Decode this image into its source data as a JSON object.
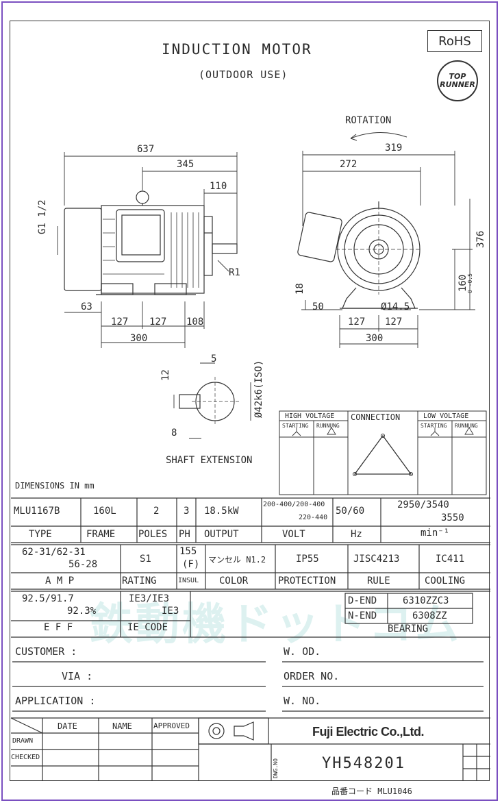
{
  "header": {
    "title": "INDUCTION MOTOR",
    "subtitle": "(OUTDOOR USE)",
    "rohs": "RoHS",
    "top_runner": "TOP RUNNER"
  },
  "drawing": {
    "rotation_label": "ROTATION",
    "side_dims": {
      "d637": "637",
      "d345": "345",
      "d110": "110",
      "g1": "G1 1/2",
      "r1": "R1",
      "d63": "63",
      "d127a": "127",
      "d127b": "127",
      "d108": "108",
      "d300": "300"
    },
    "front_dims": {
      "d319": "319",
      "d272": "272",
      "d376": "376",
      "d160": "160",
      "d160_tol": "0 -0.5",
      "d18": "18",
      "d50": "50",
      "d14_5": "Ø14.5",
      "d127a": "127",
      "d127b": "127",
      "d300": "300"
    },
    "shaft": {
      "d5": "5",
      "d12": "12",
      "d8": "8",
      "d42": "Ø42k6(ISO)",
      "label": "SHAFT EXTENSION"
    },
    "dimensions_note": "DIMENSIONS IN mm"
  },
  "connection": {
    "high_voltage": "HIGH VOLTAGE",
    "connection": "CONNECTION",
    "low_voltage": "LOW VOLTAGE",
    "starting": "STARTING",
    "running": "RUNNUNG"
  },
  "spec": {
    "type": "MLU1167B",
    "frame": "160L",
    "poles": "2",
    "ph": "3",
    "output": "18.5kW",
    "volt_1": "200-400/200-400",
    "volt_2": "220-440",
    "hz": "50/60",
    "min_1": "2950/3540",
    "min_2": "3550",
    "labels": {
      "type": "TYPE",
      "frame": "FRAME",
      "poles": "POLES",
      "ph": "PH",
      "output": "OUTPUT",
      "volt": "VOLT",
      "hz": "Hz",
      "min": "min⁻¹"
    },
    "amp_1": "62-31/62-31",
    "amp_2": "56-28",
    "rating": "S1",
    "insul_1": "155",
    "insul_2": "(F)",
    "color": "マンセル N1.2",
    "protection": "IP55",
    "rule": "JISC4213",
    "cooling": "IC411",
    "labels2": {
      "amp": "A M P",
      "rating": "RATING",
      "insul": "INSUL",
      "color": "COLOR",
      "protection": "PROTECTION",
      "rule": "RULE",
      "cooling": "COOLING"
    },
    "eff_1": "92.5/91.7",
    "eff_2": "92.3%",
    "ie_1": "IE3/IE3",
    "ie_2": "IE3",
    "eff_label": "E F F",
    "ie_label": "IE CODE",
    "d_end_label": "D-END",
    "d_end": "6310ZZC3",
    "n_end_label": "N-END",
    "n_end": "6308ZZ",
    "bearing_label": "BEARING"
  },
  "order": {
    "customer": "CUSTOMER :",
    "via": "VIA :",
    "application": "APPLICATION :",
    "wod": "W. OD.",
    "order_no": "ORDER NO.",
    "wno": "W. NO."
  },
  "titleblock": {
    "date": "DATE",
    "name": "NAME",
    "approved": "APPROVED",
    "drawn": "DRAWN",
    "checked": "CHECKED",
    "company": "Fuji Electric Co.,Ltd.",
    "dwg_label": "DWG.NO",
    "dwg_no": "YH548201",
    "product_code": "品番コード MLU1046"
  },
  "watermark": "鉄動機ドットコム"
}
